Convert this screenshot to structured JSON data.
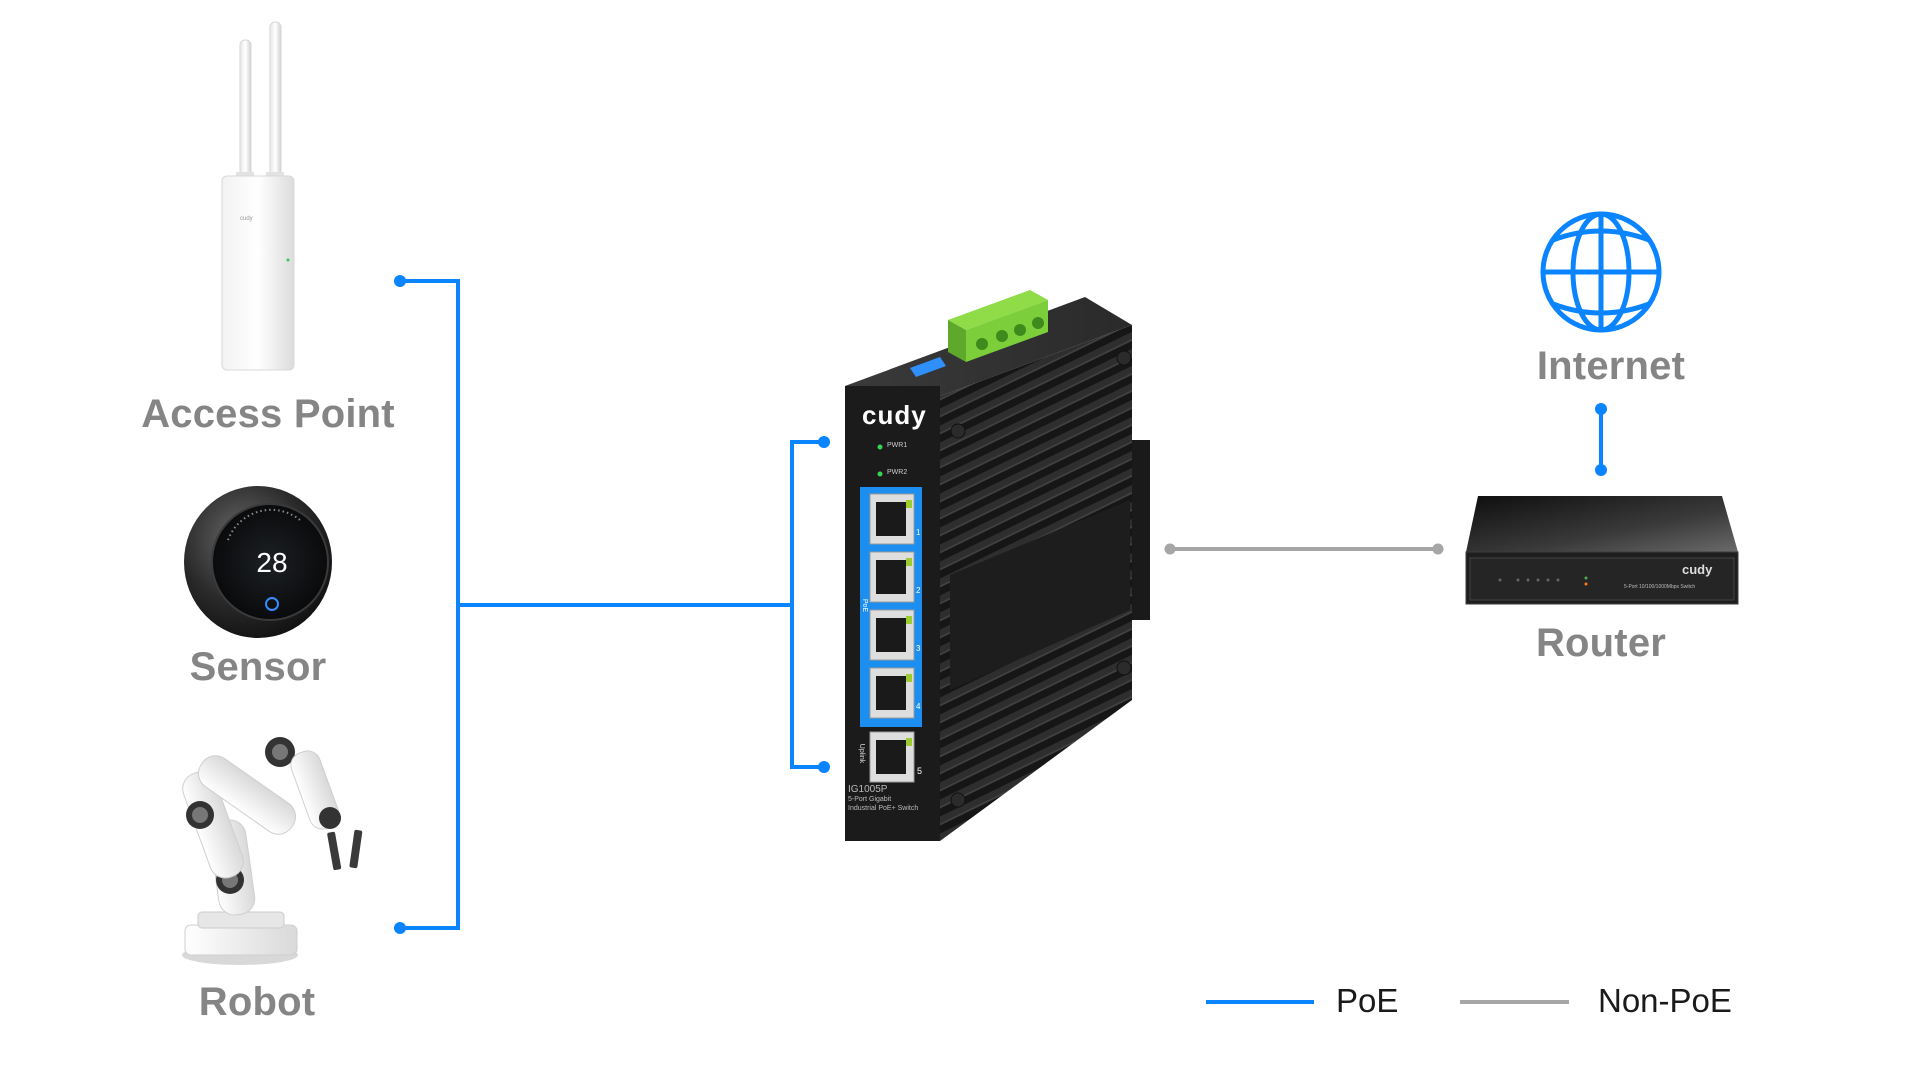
{
  "diagram": {
    "left_devices": [
      {
        "id": "access-point",
        "label": "Access Point"
      },
      {
        "id": "sensor",
        "label": "Sensor",
        "display_value": "28"
      },
      {
        "id": "robot",
        "label": "Robot"
      }
    ],
    "center_switch": {
      "brand": "cudy",
      "model": "IG1005P",
      "description_line1": "5-Port Gigabit",
      "description_line2": "Industrial PoE+ Switch",
      "leds": [
        "PWR1",
        "PWR2"
      ],
      "poe_label": "PoE",
      "uplink_label": "Uplink",
      "port_numbers": [
        "1",
        "2",
        "3",
        "4",
        "5"
      ]
    },
    "right_devices": [
      {
        "id": "internet",
        "label": "Internet"
      },
      {
        "id": "router",
        "label": "Router",
        "brand": "cudy",
        "caption": "5-Port 10/100/1000Mbps Switch"
      }
    ],
    "connections": [
      {
        "from": "access-point",
        "to": "switch",
        "type": "PoE"
      },
      {
        "from": "sensor",
        "to": "switch",
        "type": "PoE"
      },
      {
        "from": "robot",
        "to": "switch",
        "type": "PoE"
      },
      {
        "from": "switch",
        "to": "router",
        "type": "Non-PoE"
      },
      {
        "from": "router",
        "to": "internet",
        "type": "PoE"
      }
    ]
  },
  "legend": {
    "items": [
      {
        "label": "PoE",
        "color": "#0a84ff"
      },
      {
        "label": "Non-PoE",
        "color": "#a6a6a6"
      }
    ]
  },
  "colors": {
    "poe_line": "#0a84ff",
    "non_poe_line": "#a6a6a6",
    "label_text": "#858585",
    "switch_body": "#1c1c1c",
    "terminal_green": "#7ccf3a"
  }
}
